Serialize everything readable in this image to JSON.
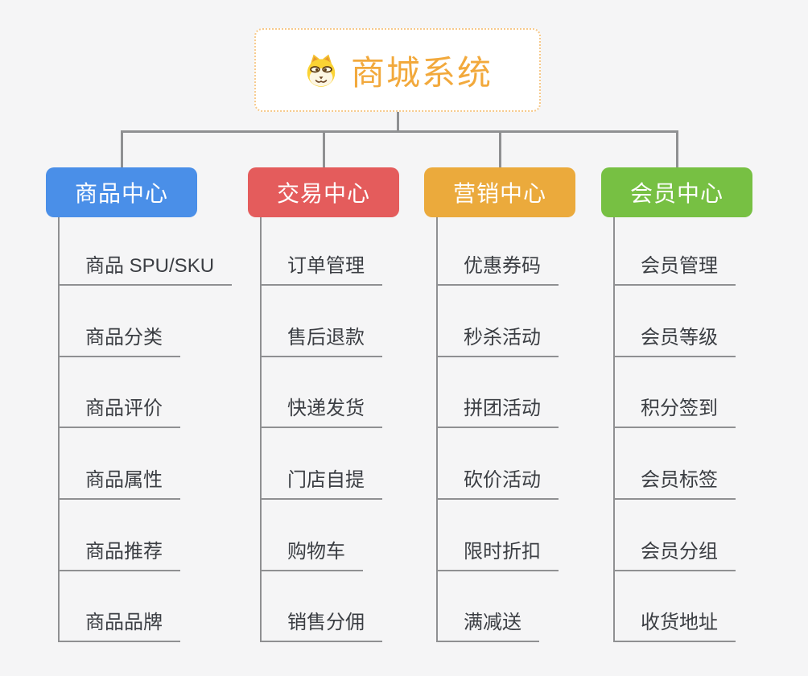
{
  "root": {
    "title": "商城系统",
    "icon": "dog-face-icon",
    "text_color": "#f2a93c",
    "border_color": "#f6c98b"
  },
  "colors": {
    "background": "#f5f5f6",
    "connector": "#8f9092",
    "child_text": "#3b3e43"
  },
  "branches": [
    {
      "label": "商品中心",
      "color": "#4a8fe8",
      "children": [
        "商品 SPU/SKU",
        "商品分类",
        "商品评价",
        "商品属性",
        "商品推荐",
        "商品品牌"
      ]
    },
    {
      "label": "交易中心",
      "color": "#e45c5c",
      "children": [
        "订单管理",
        "售后退款",
        "快递发货",
        "门店自提",
        "购物车",
        "销售分佣"
      ]
    },
    {
      "label": "营销中心",
      "color": "#ebaa3c",
      "children": [
        "优惠券码",
        "秒杀活动",
        "拼团活动",
        "砍价活动",
        "限时折扣",
        "满减送"
      ]
    },
    {
      "label": "会员中心",
      "color": "#77c043",
      "children": [
        "会员管理",
        "会员等级",
        "积分签到",
        "会员标签",
        "会员分组",
        "收货地址"
      ]
    }
  ]
}
